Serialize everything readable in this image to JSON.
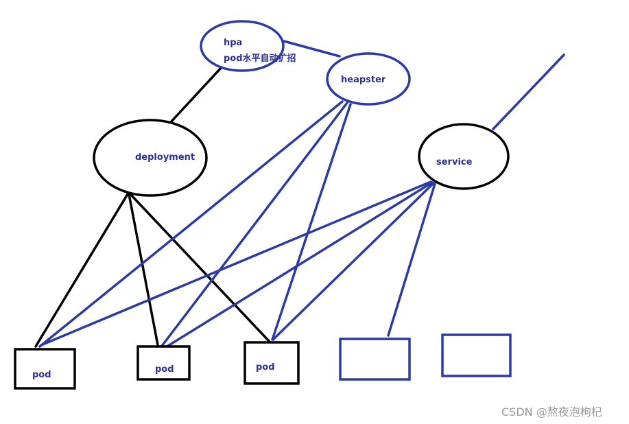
{
  "colors": {
    "black": "#000000",
    "blue": "#2b3aa8",
    "label": "#2b2f9e",
    "watermark": "#9a9a9a"
  },
  "nodes": {
    "hpa": {
      "title": "hpa",
      "subtitle": "pod水平自动扩招"
    },
    "heapster": {
      "label": "heapster"
    },
    "deployment": {
      "label": "deployment"
    },
    "service": {
      "label": "service"
    },
    "pod1": {
      "label": "pod"
    },
    "pod2": {
      "label": "pod"
    },
    "pod3": {
      "label": "pod"
    },
    "empty1": {
      "label": ""
    },
    "empty2": {
      "label": ""
    }
  },
  "watermark": "CSDN @熬夜泡枸杞"
}
